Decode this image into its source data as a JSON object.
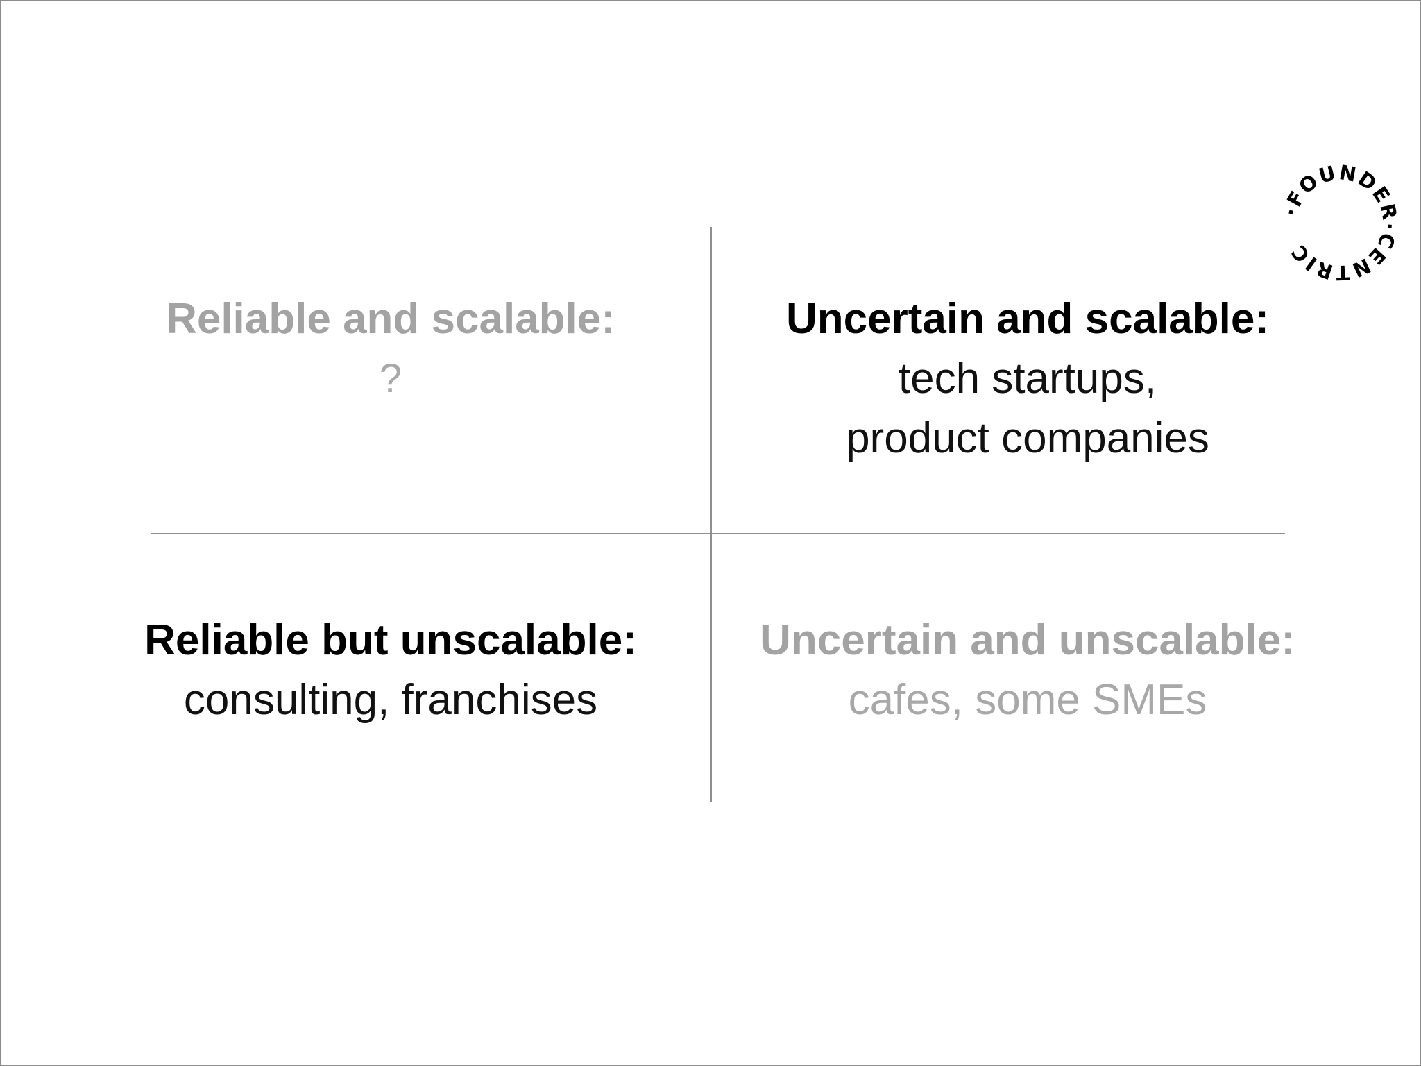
{
  "quadrants": {
    "top_left": {
      "title": "Reliable and scalable:",
      "lines": [
        "?"
      ],
      "emphasis": "dim"
    },
    "top_right": {
      "title": "Uncertain and scalable:",
      "lines": [
        "tech startups,",
        "product companies"
      ],
      "emphasis": "strong"
    },
    "bottom_left": {
      "title": "Reliable but unscalable:",
      "lines": [
        "consulting, franchises"
      ],
      "emphasis": "strong"
    },
    "bottom_right": {
      "title": "Uncertain and unscalable:",
      "lines": [
        "cafes, some SMEs"
      ],
      "emphasis": "dim"
    }
  },
  "logo": {
    "text": "·FOUNDER·CENTRIC"
  },
  "colors": {
    "strong_text": "#000000",
    "dim_text": "#a3a3a3",
    "axis_line": "#8f8f8f",
    "background": "#ffffff"
  }
}
